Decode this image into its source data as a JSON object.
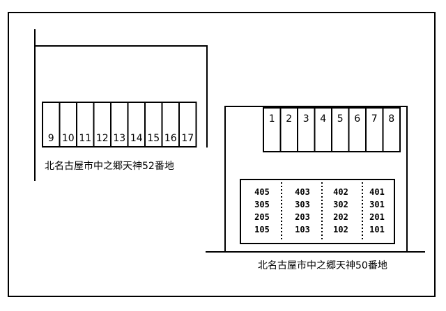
{
  "left_lot": {
    "spaces": [
      "9",
      "10",
      "11",
      "12",
      "13",
      "14",
      "15",
      "16",
      "17"
    ],
    "address": "北名古屋市中之郷天神52番地"
  },
  "right_lot": {
    "spaces": [
      "1",
      "2",
      "3",
      "4",
      "5",
      "6",
      "7",
      "8"
    ],
    "address": "北名古屋市中之郷天神50番地"
  },
  "building": {
    "columns": [
      [
        "405",
        "305",
        "205",
        "105"
      ],
      [
        "403",
        "303",
        "203",
        "103"
      ],
      [
        "402",
        "302",
        "202",
        "102"
      ],
      [
        "401",
        "301",
        "201",
        "101"
      ]
    ]
  }
}
